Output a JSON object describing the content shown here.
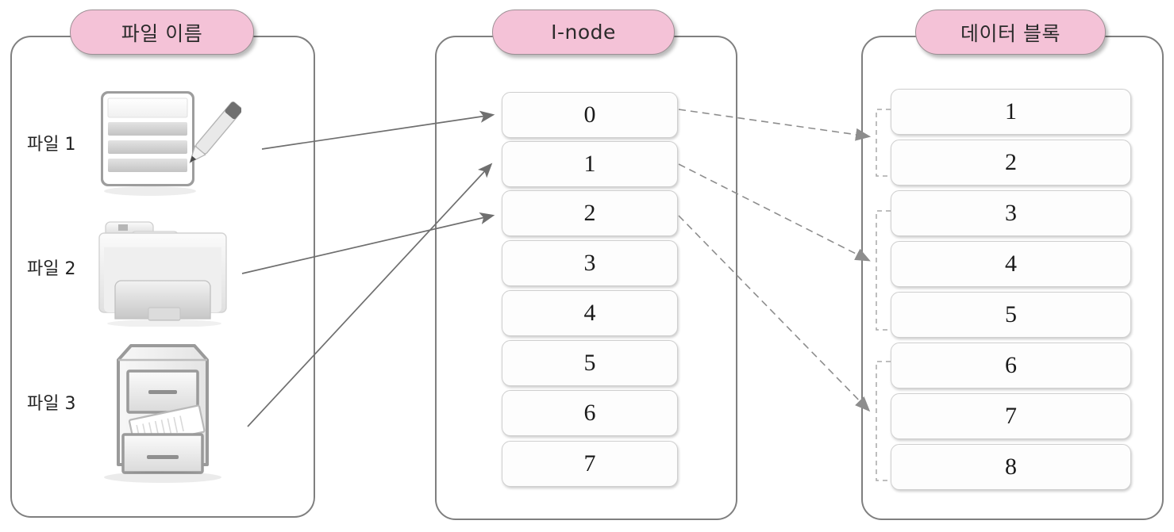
{
  "diagram": {
    "title_unix_filesystem": "",
    "panels": [
      {
        "id": "filename",
        "header": "파일 이름"
      },
      {
        "id": "inode",
        "header": "I-node"
      },
      {
        "id": "datablock",
        "header": "데이터 블록"
      }
    ],
    "colors": {
      "pill_fill": "#f4c2d7",
      "pill_border": "#9c8f94",
      "panel_border": "#7f7f7f",
      "slot_border": "#cfcfcf",
      "slot_fill": "#fdfdfd",
      "arrow_solid": "#6f6f6f",
      "arrow_dashed": "#8d8d8d",
      "icon_gray": "#c9c9c9"
    }
  },
  "filename_panel": {
    "header": "파일 이름",
    "files": [
      {
        "label": "파일 1",
        "icon": "document-pencil-icon"
      },
      {
        "label": "파일 2",
        "icon": "folder-stack-icon"
      },
      {
        "label": "파일 3",
        "icon": "file-cabinet-icon"
      }
    ]
  },
  "inode_panel": {
    "header": "I-node",
    "entries": [
      "0",
      "1",
      "2",
      "3",
      "4",
      "5",
      "6",
      "7"
    ]
  },
  "datablock_panel": {
    "header": "데이터 블록",
    "entries": [
      "1",
      "2",
      "3",
      "4",
      "5",
      "6",
      "7",
      "8"
    ],
    "groups": [
      {
        "name": "group-a",
        "blocks": [
          "1",
          "2"
        ]
      },
      {
        "name": "group-b",
        "blocks": [
          "3",
          "4",
          "5"
        ]
      },
      {
        "name": "group-c",
        "blocks": [
          "6",
          "7",
          "8"
        ]
      }
    ]
  },
  "links": {
    "file_to_inode": [
      {
        "from": "파일 1",
        "to": "0"
      },
      {
        "from": "파일 2",
        "to": "2"
      },
      {
        "from": "파일 3",
        "to": "1"
      }
    ],
    "inode_to_group": [
      {
        "from": "0",
        "to": "group-a"
      },
      {
        "from": "1",
        "to": "group-b"
      },
      {
        "from": "2",
        "to": "group-c"
      }
    ]
  }
}
